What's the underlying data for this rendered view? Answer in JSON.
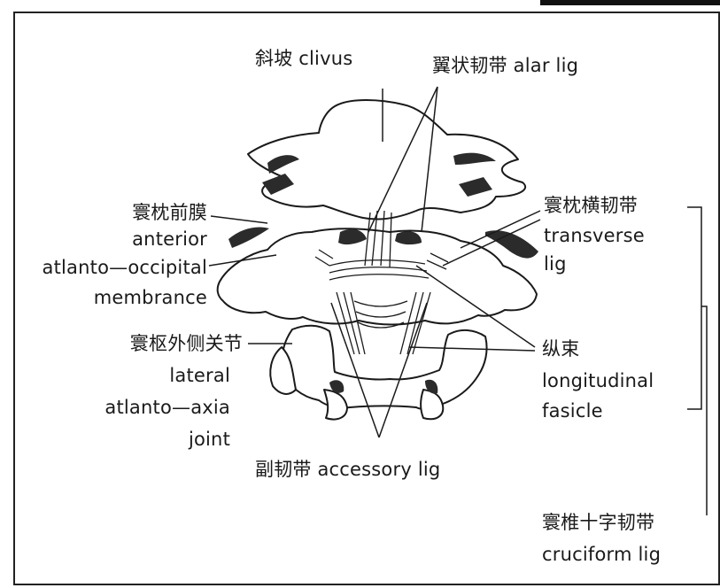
{
  "labels": {
    "clivus": "斜坡 clivus",
    "alar": "翼状韧带 alar lig",
    "atlanto_occipital_cn": "寰枕前膜",
    "atlanto_occipital_en1": "anterior",
    "atlanto_occipital_en2": "atlanto—occipital",
    "atlanto_occipital_en3": "membrance",
    "transverse_cn": "寰枕横韧带",
    "transverse_en1": "transverse",
    "transverse_en2": "lig",
    "lateral_joint_cn": "寰枢外侧关节",
    "lateral_joint_en1": "lateral",
    "lateral_joint_en2": "atlanto—axia",
    "lateral_joint_en3": "joint",
    "longitudinal_cn": "纵束",
    "longitudinal_en1": "longitudinal",
    "longitudinal_en2": "fasicle",
    "accessory": "副韧带 accessory lig",
    "cruciform_cn": "寰椎十字韧带",
    "cruciform_en": "cruciform lig"
  },
  "colors": {
    "ink": "#1a1a1a",
    "bone_fill": "#ffffff",
    "frame": "#222222",
    "shade": "#2b2b2b"
  }
}
